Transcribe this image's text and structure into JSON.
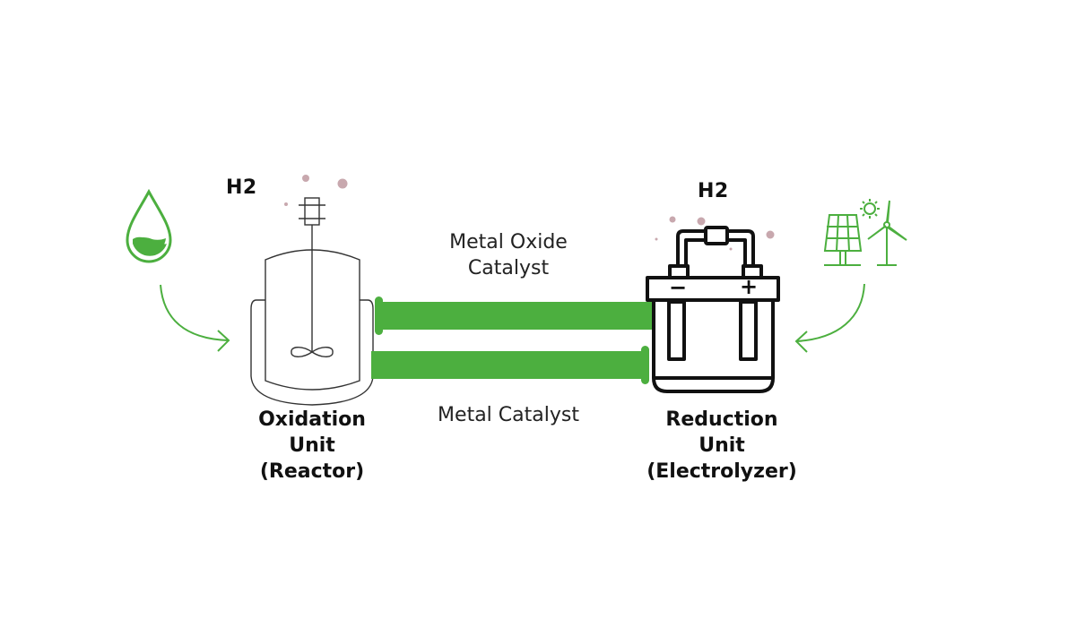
{
  "diagram": {
    "accent_color": "#4caf3f",
    "stroke_color": "#111111",
    "left": {
      "h2_label": "H2",
      "unit_label_line1": "Oxidation",
      "unit_label_line2": "Unit",
      "unit_label_line3": "(Reactor)",
      "input_icon": "water-drop-icon",
      "device_icon": "stirred-reactor-icon"
    },
    "right": {
      "h2_label": "H2",
      "unit_label_line1": "Reduction",
      "unit_label_line2": "Unit",
      "unit_label_line3": "(Electrolyzer)",
      "input_icon": "renewable-energy-icon",
      "device_icon": "electrolyzer-battery-icon",
      "negative_terminal": "−",
      "positive_terminal": "+"
    },
    "flows": [
      {
        "label_line1": "Metal Oxide",
        "label_line2": "Catalyst",
        "direction": "right-to-left"
      },
      {
        "label_line1": "Metal Catalyst",
        "direction": "left-to-right"
      }
    ]
  }
}
